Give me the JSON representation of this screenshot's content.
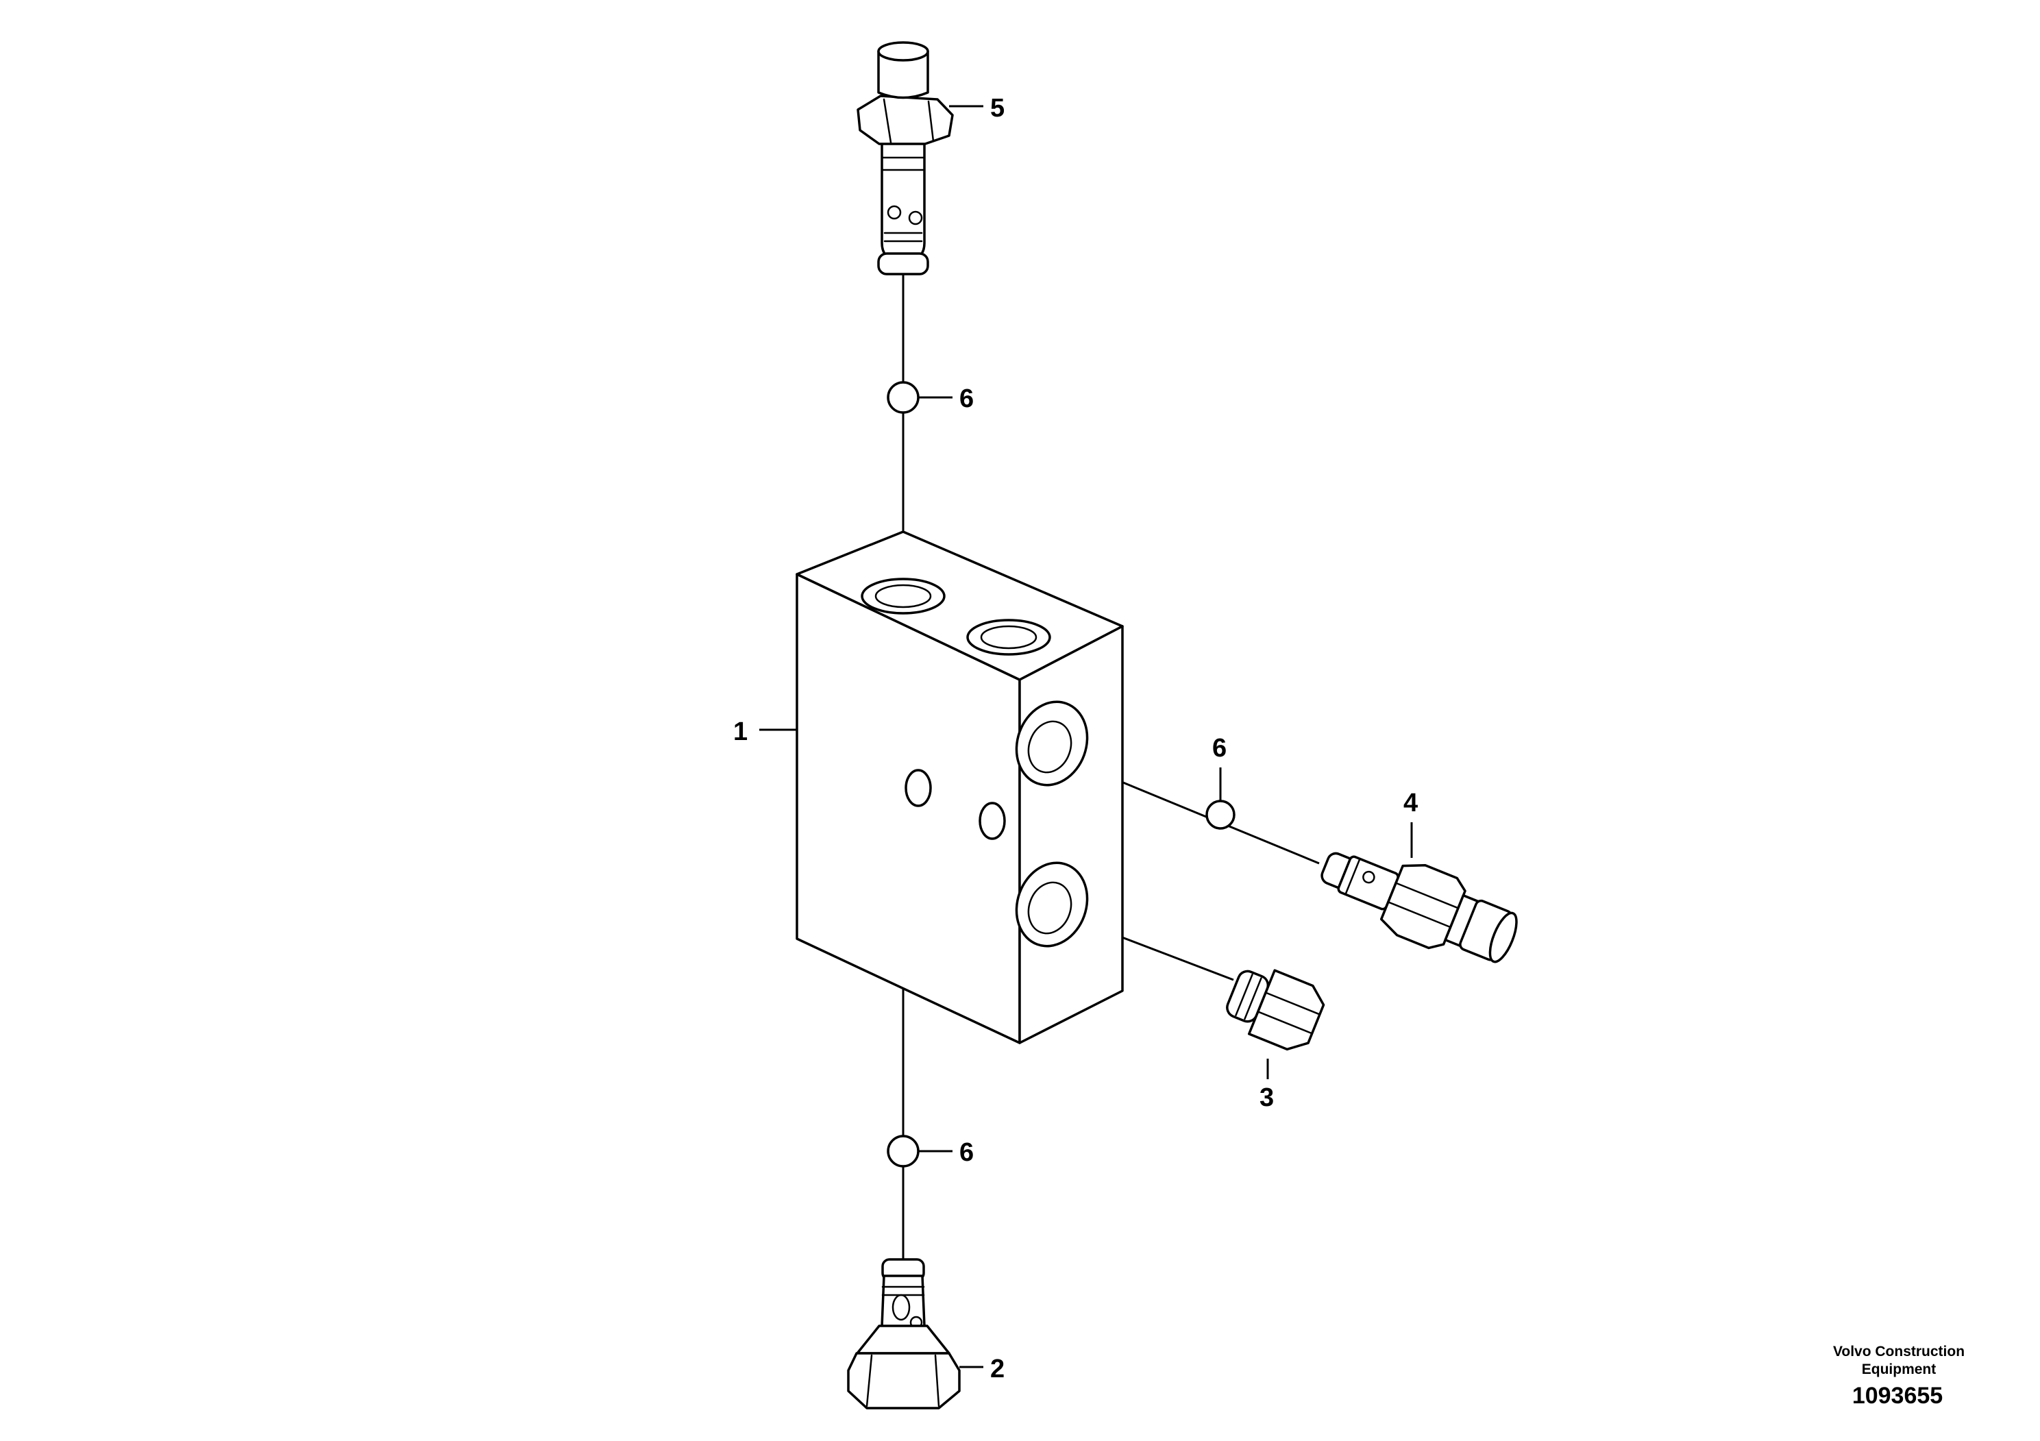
{
  "callouts": {
    "block": "1",
    "bottom_valve": "2",
    "plug": "3",
    "side_valve": "4",
    "top_valve": "5",
    "oring_top": "6",
    "oring_side": "6",
    "oring_bottom": "6"
  },
  "footer": {
    "brand": "Volvo Construction Equipment",
    "doc_number": "1093655"
  }
}
